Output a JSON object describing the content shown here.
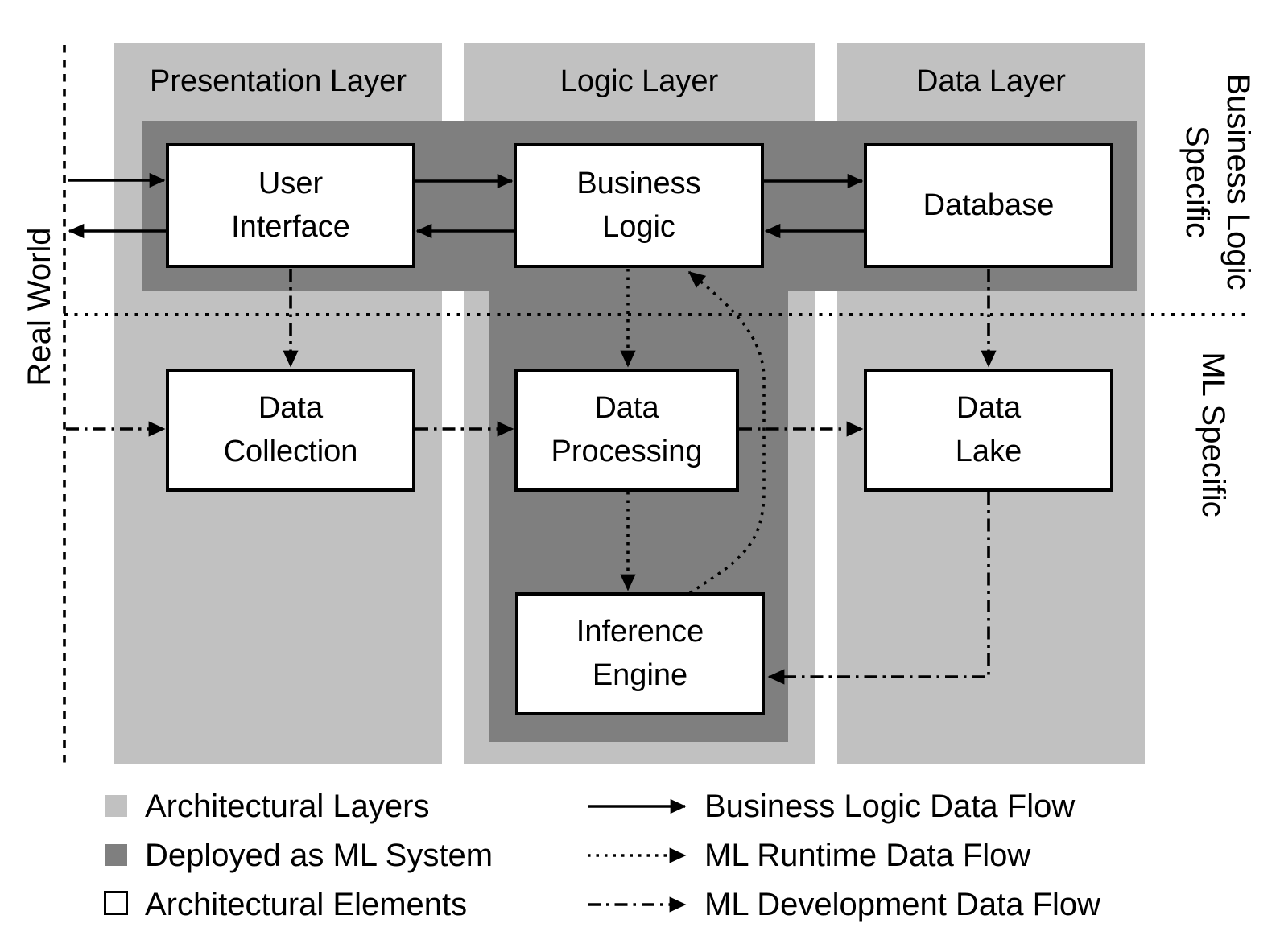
{
  "colors": {
    "layer_gray": "#c1c1c1",
    "ml_system_gray": "#7f7f7f",
    "element_fill": "#ffffff",
    "line_black": "#000000"
  },
  "columns": [
    {
      "id": "presentation",
      "label": "Presentation Layer"
    },
    {
      "id": "logic",
      "label": "Logic Layer"
    },
    {
      "id": "data",
      "label": "Data Layer"
    }
  ],
  "side_labels": {
    "left": "Real World",
    "top_right": "Business Logic\nSpecific",
    "bottom_right": "ML Specific"
  },
  "nodes": [
    {
      "id": "user-interface",
      "label": "User\nInterface"
    },
    {
      "id": "business-logic",
      "label": "Business\nLogic"
    },
    {
      "id": "database",
      "label": "Database"
    },
    {
      "id": "data-collection",
      "label": "Data\nCollection"
    },
    {
      "id": "data-processing",
      "label": "Data\nProcessing"
    },
    {
      "id": "data-lake",
      "label": "Data\nLake"
    },
    {
      "id": "inference-engine",
      "label": "Inference\nEngine"
    }
  ],
  "edges": [
    {
      "from": "real-world",
      "to": "user-interface",
      "style": "solid"
    },
    {
      "from": "user-interface",
      "to": "real-world",
      "style": "solid"
    },
    {
      "from": "user-interface",
      "to": "business-logic",
      "style": "solid"
    },
    {
      "from": "business-logic",
      "to": "user-interface",
      "style": "solid"
    },
    {
      "from": "business-logic",
      "to": "database",
      "style": "solid"
    },
    {
      "from": "database",
      "to": "business-logic",
      "style": "solid"
    },
    {
      "from": "user-interface",
      "to": "data-collection",
      "style": "dashdot"
    },
    {
      "from": "business-logic",
      "to": "data-processing",
      "style": "dotted"
    },
    {
      "from": "database",
      "to": "data-lake",
      "style": "dashdot"
    },
    {
      "from": "real-world",
      "to": "data-collection",
      "style": "dashdot"
    },
    {
      "from": "data-collection",
      "to": "data-processing",
      "style": "dashdot"
    },
    {
      "from": "data-processing",
      "to": "data-lake",
      "style": "dashdot"
    },
    {
      "from": "data-processing",
      "to": "inference-engine",
      "style": "dotted"
    },
    {
      "from": "inference-engine",
      "to": "business-logic",
      "style": "dotted"
    },
    {
      "from": "data-lake",
      "to": "inference-engine",
      "style": "dashdot"
    }
  ],
  "legend": {
    "swatches": [
      {
        "id": "architectural-layers",
        "label": "Architectural Layers"
      },
      {
        "id": "deployed-as-ml-system",
        "label": "Deployed as ML System"
      },
      {
        "id": "architectural-elements",
        "label": "Architectural Elements"
      }
    ],
    "flows": [
      {
        "id": "business-logic-data-flow",
        "style": "solid",
        "label": "Business Logic Data Flow"
      },
      {
        "id": "ml-runtime-data-flow",
        "style": "dotted",
        "label": "ML Runtime Data Flow"
      },
      {
        "id": "ml-development-data-flow",
        "style": "dashdot",
        "label": "ML Development Data Flow"
      }
    ]
  }
}
